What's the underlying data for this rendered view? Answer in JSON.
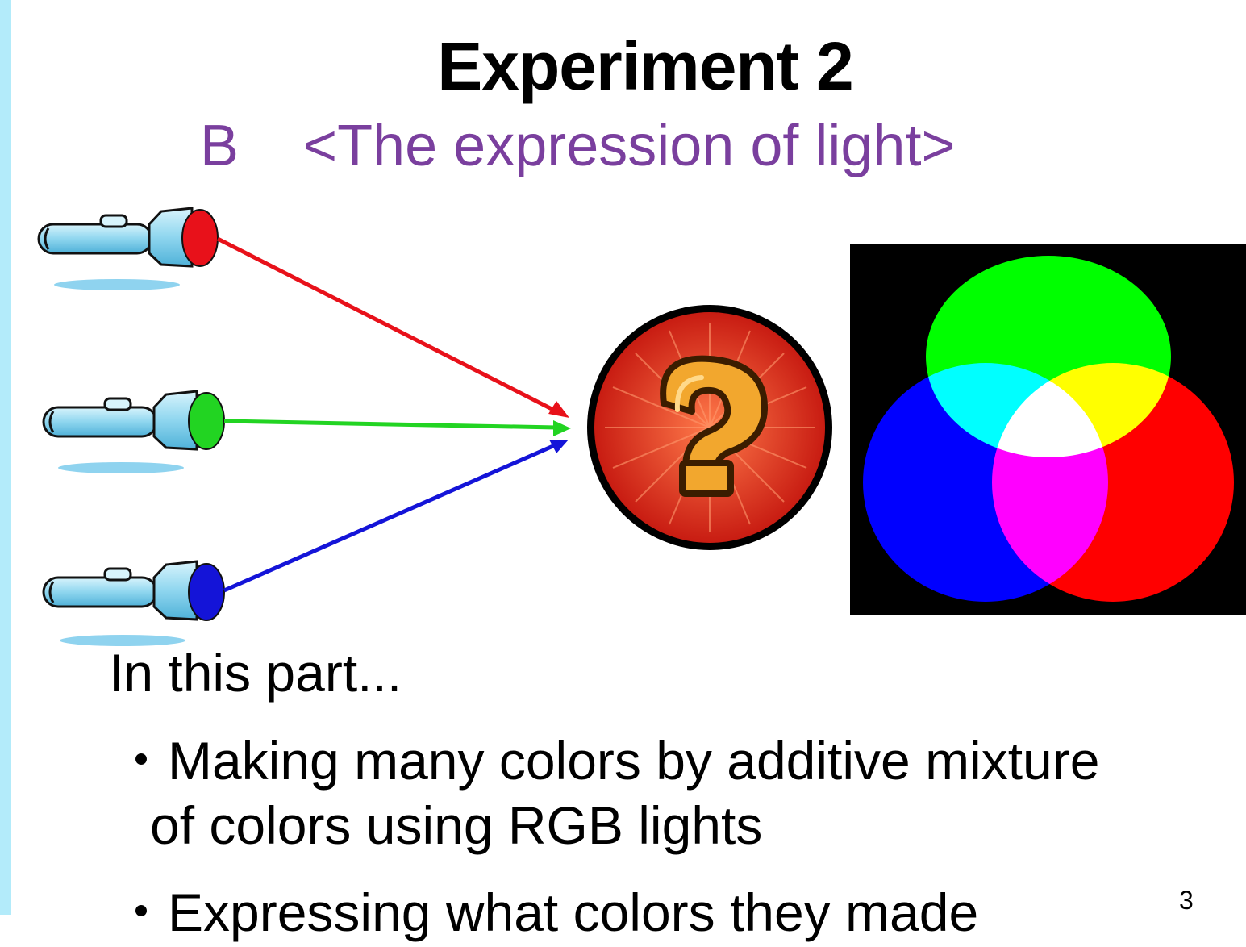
{
  "slide": {
    "title": "Experiment 2",
    "subtitle_label": "B",
    "subtitle_text": "<The expression of light>",
    "intro": "In this part...",
    "bullet_marker": "・",
    "bullet_1_line_1": "Making many colors by additive mixture",
    "bullet_1_line_2": "of colors using RGB lights",
    "bullet_2": "Expressing what colors they made",
    "page_number": "3"
  },
  "colors": {
    "sidebar": "#b3ebfa",
    "subtitle": "#7a3f9e",
    "light_red": "#e8111a",
    "light_green": "#22d422",
    "light_blue": "#1414d8",
    "question_circle": "#d9261c",
    "question_mark": "#f2a72e"
  },
  "icons": [
    "flashlight-icon",
    "arrow-icon",
    "question-mark-icon",
    "rgb-venn-diagram"
  ]
}
